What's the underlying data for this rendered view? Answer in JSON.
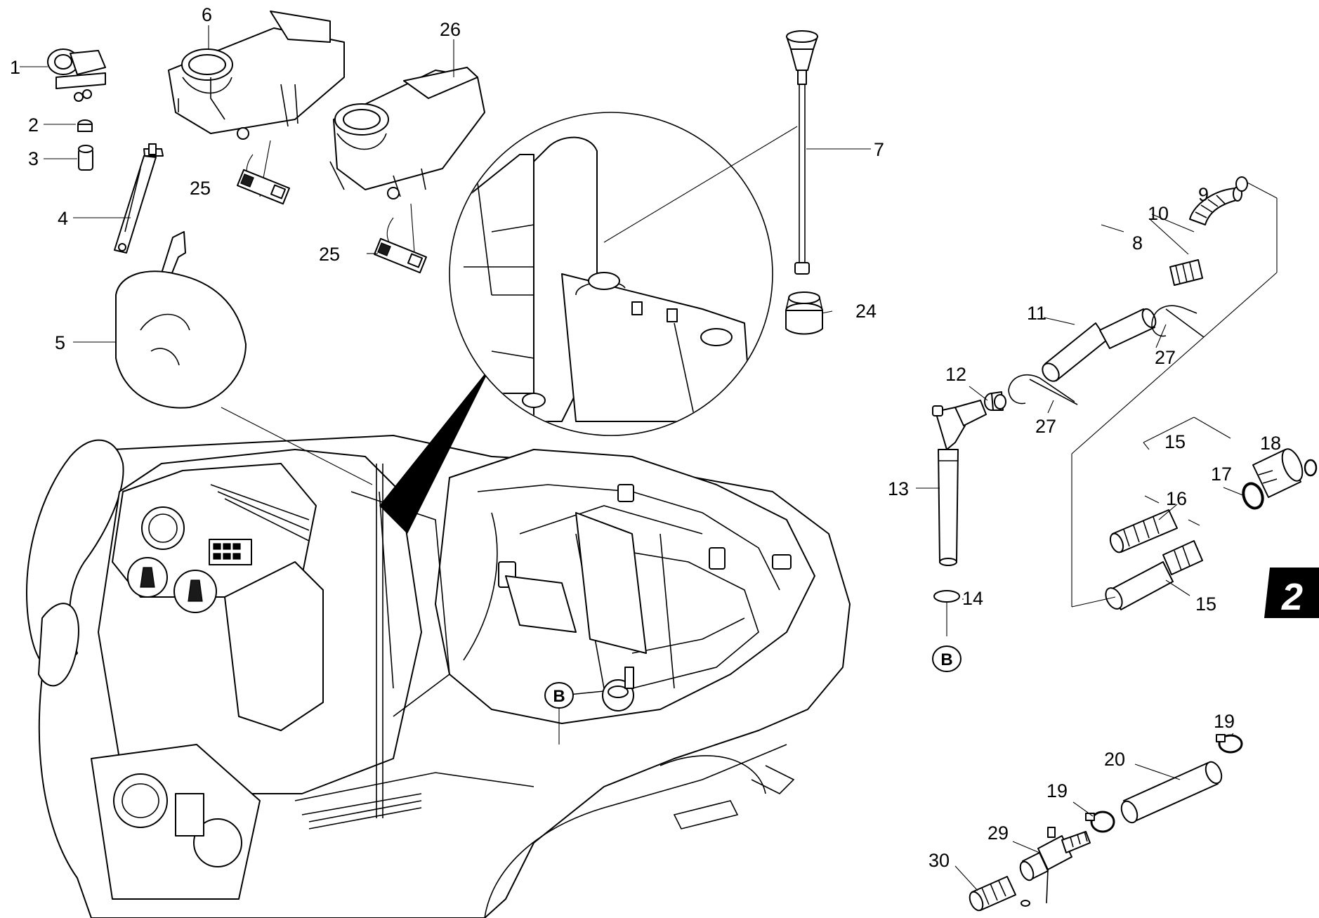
{
  "figure": {
    "kind": "exploded parts diagram",
    "sheet_number": "2",
    "ref_marker": "B",
    "colors": {
      "line": "#000000",
      "background": "#ffffff",
      "badge": "#000000"
    }
  },
  "labels": {
    "p1": "1",
    "p2": "2",
    "p3": "3",
    "p4": "4",
    "p5": "5",
    "p6": "6",
    "p7": "7",
    "p8": "8",
    "p9": "9",
    "p10": "10",
    "p11": "11",
    "p12": "12",
    "p13": "13",
    "p14": "14",
    "p15a": "15",
    "p15b": "15",
    "p16": "16",
    "p17": "17",
    "p18": "18",
    "p19a": "19",
    "p19b": "19",
    "p20": "20",
    "p24": "24",
    "p25a": "25",
    "p25b": "25",
    "p26": "26",
    "p27a": "27",
    "p27b": "27",
    "p29": "29",
    "p30": "30"
  }
}
